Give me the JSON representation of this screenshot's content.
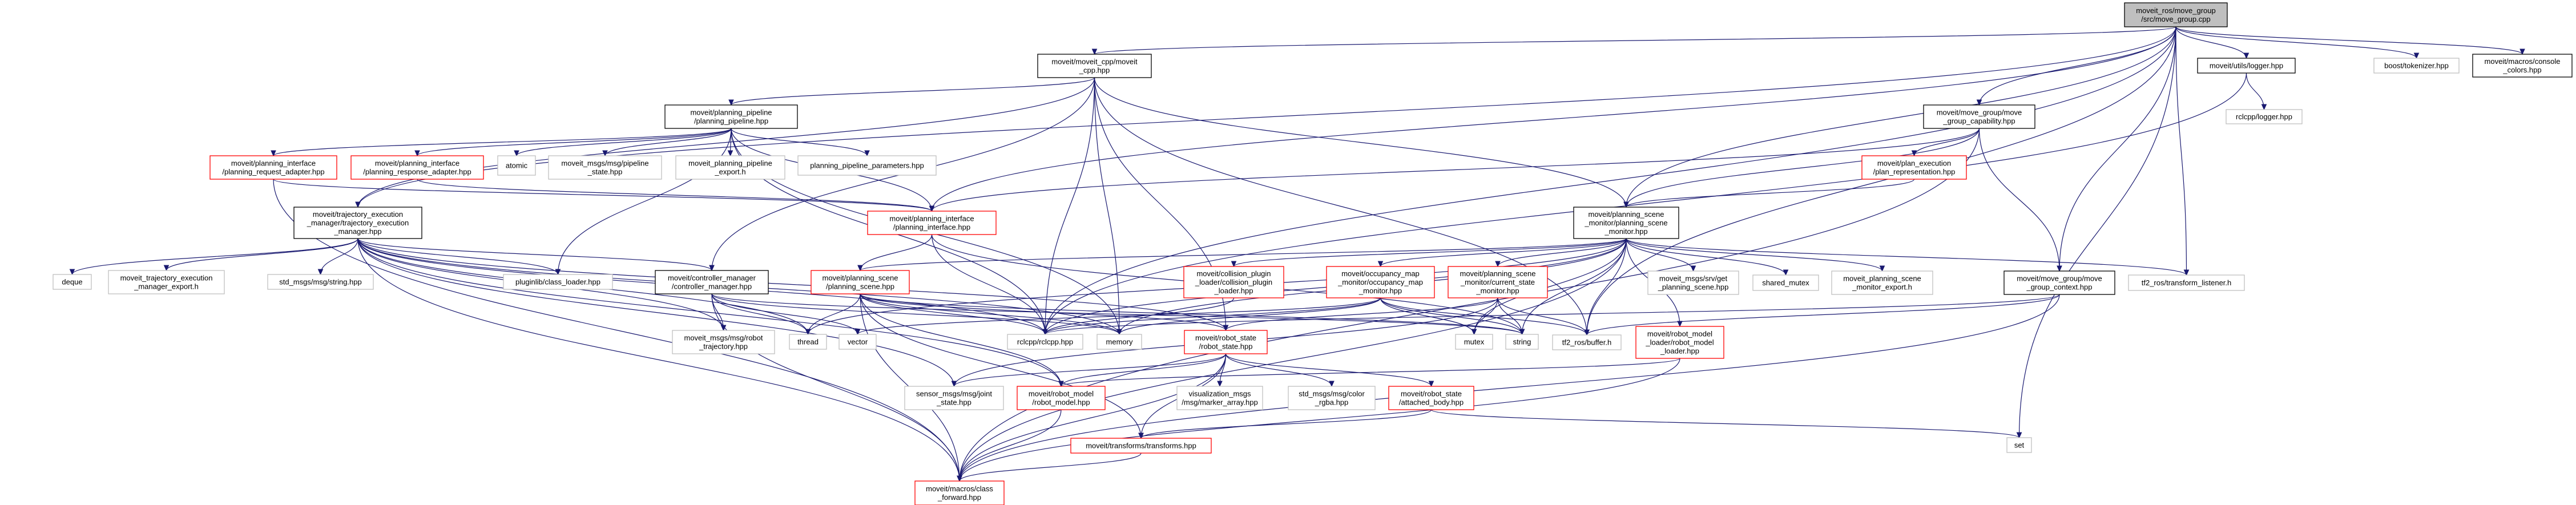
{
  "colors": {
    "edge": "#191970",
    "root_fill": "#bfbfbf",
    "documented_border": "#000000",
    "external_border": "#bfbfbf",
    "truncated_border": "#ff0000"
  },
  "nodes": [
    {
      "id": "main",
      "kind": "root",
      "lines": [
        "moveit_ros/move_group",
        "/src/move_group.cpp"
      ]
    },
    {
      "id": "moveit_cpp",
      "kind": "documented",
      "lines": [
        "moveit/moveit_cpp/moveit",
        "_cpp.hpp"
      ]
    },
    {
      "id": "utils_logger",
      "kind": "documented",
      "lines": [
        "moveit/utils/logger.hpp"
      ]
    },
    {
      "id": "boost_tokenizer",
      "kind": "external",
      "lines": [
        "boost/tokenizer.hpp"
      ]
    },
    {
      "id": "console_colors",
      "kind": "documented",
      "lines": [
        "moveit/macros/console",
        "_colors.hpp"
      ]
    },
    {
      "id": "planning_pipeline",
      "kind": "documented",
      "lines": [
        "moveit/planning_pipeline",
        "/planning_pipeline.hpp"
      ]
    },
    {
      "id": "move_group_capability",
      "kind": "documented",
      "lines": [
        "moveit/move_group/move",
        "_group_capability.hpp"
      ]
    },
    {
      "id": "rclcpp_logger",
      "kind": "external",
      "lines": [
        "rclcpp/logger.hpp"
      ]
    },
    {
      "id": "request_adapter",
      "kind": "truncated",
      "lines": [
        "moveit/planning_interface",
        "/planning_request_adapter.hpp"
      ]
    },
    {
      "id": "response_adapter",
      "kind": "truncated",
      "lines": [
        "moveit/planning_interface",
        "/planning_response_adapter.hpp"
      ]
    },
    {
      "id": "atomic",
      "kind": "external",
      "lines": [
        "atomic"
      ]
    },
    {
      "id": "pipeline_state",
      "kind": "external",
      "lines": [
        "moveit_msgs/msg/pipeline",
        "_state.hpp"
      ]
    },
    {
      "id": "pipeline_export",
      "kind": "external",
      "lines": [
        "moveit_planning_pipeline",
        "_export.h"
      ]
    },
    {
      "id": "pipeline_parameters",
      "kind": "external",
      "lines": [
        "planning_pipeline_parameters.hpp"
      ]
    },
    {
      "id": "plan_representation",
      "kind": "truncated",
      "lines": [
        "moveit/plan_execution",
        "/plan_representation.hpp"
      ]
    },
    {
      "id": "tem",
      "kind": "documented",
      "lines": [
        "moveit/trajectory_execution",
        "_manager/trajectory_execution",
        "_manager.hpp"
      ]
    },
    {
      "id": "planning_interface",
      "kind": "truncated",
      "lines": [
        "moveit/planning_interface",
        "/planning_interface.hpp"
      ]
    },
    {
      "id": "psm",
      "kind": "documented",
      "lines": [
        "moveit/planning_scene",
        "_monitor/planning_scene",
        "_monitor.hpp"
      ]
    },
    {
      "id": "deque",
      "kind": "external",
      "lines": [
        "deque"
      ]
    },
    {
      "id": "tem_export",
      "kind": "external",
      "lines": [
        "moveit_trajectory_execution",
        "_manager_export.h"
      ]
    },
    {
      "id": "std_string",
      "kind": "external",
      "lines": [
        "std_msgs/msg/string.hpp"
      ]
    },
    {
      "id": "pluginlib",
      "kind": "external",
      "lines": [
        "pluginlib/class_loader.hpp"
      ]
    },
    {
      "id": "controller_manager",
      "kind": "documented",
      "lines": [
        "moveit/controller_manager",
        "/controller_manager.hpp"
      ]
    },
    {
      "id": "planning_scene",
      "kind": "truncated",
      "lines": [
        "moveit/planning_scene",
        "/planning_scene.hpp"
      ]
    },
    {
      "id": "collision_plugin",
      "kind": "truncated",
      "lines": [
        "moveit/collision_plugin",
        "_loader/collision_plugin",
        "_loader.hpp"
      ]
    },
    {
      "id": "occupancy",
      "kind": "truncated",
      "lines": [
        "moveit/occupancy_map",
        "_monitor/occupancy_map",
        "_monitor.hpp"
      ]
    },
    {
      "id": "current_state",
      "kind": "truncated",
      "lines": [
        "moveit/planning_scene",
        "_monitor/current_state",
        "_monitor.hpp"
      ]
    },
    {
      "id": "get_planning_scene",
      "kind": "external",
      "lines": [
        "moveit_msgs/srv/get",
        "_planning_scene.hpp"
      ]
    },
    {
      "id": "shared_mutex",
      "kind": "external",
      "lines": [
        "shared_mutex"
      ]
    },
    {
      "id": "psm_export",
      "kind": "external",
      "lines": [
        "moveit_planning_scene",
        "_monitor_export.h"
      ]
    },
    {
      "id": "move_group_context",
      "kind": "documented",
      "lines": [
        "moveit/move_group/move",
        "_group_context.hpp"
      ]
    },
    {
      "id": "tf2_listener",
      "kind": "external",
      "lines": [
        "tf2_ros/transform_listener.h"
      ]
    },
    {
      "id": "robot_trajectory",
      "kind": "external",
      "lines": [
        "moveit_msgs/msg/robot",
        "_trajectory.hpp"
      ]
    },
    {
      "id": "thread",
      "kind": "external",
      "lines": [
        "thread"
      ]
    },
    {
      "id": "vector",
      "kind": "external",
      "lines": [
        "vector"
      ]
    },
    {
      "id": "rclcpp",
      "kind": "external",
      "lines": [
        "rclcpp/rclcpp.hpp"
      ]
    },
    {
      "id": "memory",
      "kind": "external",
      "lines": [
        "memory"
      ]
    },
    {
      "id": "robot_state",
      "kind": "truncated",
      "lines": [
        "moveit/robot_state",
        "/robot_state.hpp"
      ]
    },
    {
      "id": "mutex",
      "kind": "external",
      "lines": [
        "mutex"
      ]
    },
    {
      "id": "string",
      "kind": "external",
      "lines": [
        "string"
      ]
    },
    {
      "id": "tf2_buffer",
      "kind": "external",
      "lines": [
        "tf2_ros/buffer.h"
      ]
    },
    {
      "id": "robot_model_loader",
      "kind": "truncated",
      "lines": [
        "moveit/robot_model",
        "_loader/robot_model",
        "_loader.hpp"
      ]
    },
    {
      "id": "joint_state",
      "kind": "external",
      "lines": [
        "sensor_msgs/msg/joint",
        "_state.hpp"
      ]
    },
    {
      "id": "robot_model",
      "kind": "truncated",
      "lines": [
        "moveit/robot_model",
        "/robot_model.hpp"
      ]
    },
    {
      "id": "marker_array",
      "kind": "external",
      "lines": [
        "visualization_msgs",
        "/msg/marker_array.hpp"
      ]
    },
    {
      "id": "color_rgba",
      "kind": "external",
      "lines": [
        "std_msgs/msg/color",
        "_rgba.hpp"
      ]
    },
    {
      "id": "attached_body",
      "kind": "truncated",
      "lines": [
        "moveit/robot_state",
        "/attached_body.hpp"
      ]
    },
    {
      "id": "set",
      "kind": "external",
      "lines": [
        "set"
      ]
    },
    {
      "id": "transforms",
      "kind": "truncated",
      "lines": [
        "moveit/transforms/transforms.hpp"
      ]
    },
    {
      "id": "class_forward",
      "kind": "truncated",
      "lines": [
        "moveit/macros/class",
        "_forward.hpp"
      ]
    }
  ],
  "edges": [
    [
      "main",
      "moveit_cpp"
    ],
    [
      "main",
      "tem"
    ],
    [
      "main",
      "psm"
    ],
    [
      "main",
      "move_group_capability"
    ],
    [
      "main",
      "utils_logger"
    ],
    [
      "main",
      "boost_tokenizer"
    ],
    [
      "main",
      "console_colors"
    ],
    [
      "main",
      "move_group_context"
    ],
    [
      "main",
      "tf2_listener"
    ],
    [
      "main",
      "set"
    ],
    [
      "main",
      "rclcpp"
    ],
    [
      "main",
      "planning_interface"
    ],
    [
      "main",
      "tf2_buffer"
    ],
    [
      "moveit_cpp",
      "planning_pipeline"
    ],
    [
      "moveit_cpp",
      "controller_manager"
    ],
    [
      "moveit_cpp",
      "psm"
    ],
    [
      "moveit_cpp",
      "robot_state"
    ],
    [
      "moveit_cpp",
      "rclcpp"
    ],
    [
      "moveit_cpp",
      "tf2_buffer"
    ],
    [
      "moveit_cpp",
      "tem"
    ],
    [
      "moveit_cpp",
      "memory"
    ],
    [
      "planning_pipeline",
      "request_adapter"
    ],
    [
      "planning_pipeline",
      "response_adapter"
    ],
    [
      "planning_pipeline",
      "atomic"
    ],
    [
      "planning_pipeline",
      "pipeline_state"
    ],
    [
      "planning_pipeline",
      "pipeline_export"
    ],
    [
      "planning_pipeline",
      "pipeline_parameters"
    ],
    [
      "planning_pipeline",
      "planning_interface"
    ],
    [
      "planning_pipeline",
      "pluginlib"
    ],
    [
      "planning_pipeline",
      "rclcpp"
    ],
    [
      "planning_pipeline",
      "memory"
    ],
    [
      "request_adapter",
      "class_forward"
    ],
    [
      "request_adapter",
      "planning_interface"
    ],
    [
      "response_adapter",
      "planning_interface"
    ],
    [
      "planning_interface",
      "planning_scene"
    ],
    [
      "planning_interface",
      "rclcpp"
    ],
    [
      "planning_interface",
      "string"
    ],
    [
      "tem",
      "tem_export"
    ],
    [
      "tem",
      "deque"
    ],
    [
      "tem",
      "std_string"
    ],
    [
      "tem",
      "pluginlib"
    ],
    [
      "tem",
      "controller_manager"
    ],
    [
      "tem",
      "robot_trajectory"
    ],
    [
      "tem",
      "thread"
    ],
    [
      "tem",
      "rclcpp"
    ],
    [
      "tem",
      "memory"
    ],
    [
      "tem",
      "class_forward"
    ],
    [
      "tem",
      "robot_model"
    ],
    [
      "tem",
      "joint_state"
    ],
    [
      "tem",
      "robot_state"
    ],
    [
      "controller_manager",
      "robot_trajectory"
    ],
    [
      "controller_manager",
      "thread"
    ],
    [
      "controller_manager",
      "vector"
    ],
    [
      "controller_manager",
      "class_forward"
    ],
    [
      "controller_manager",
      "string"
    ],
    [
      "controller_manager",
      "memory"
    ],
    [
      "planning_scene",
      "rclcpp"
    ],
    [
      "planning_scene",
      "robot_state"
    ],
    [
      "planning_scene",
      "robot_model"
    ],
    [
      "planning_scene",
      "class_forward"
    ],
    [
      "planning_scene",
      "transforms"
    ],
    [
      "planning_scene",
      "thread"
    ],
    [
      "planning_scene",
      "string"
    ],
    [
      "planning_scene",
      "memory"
    ],
    [
      "psm",
      "planning_scene"
    ],
    [
      "psm",
      "collision_plugin"
    ],
    [
      "psm",
      "occupancy"
    ],
    [
      "psm",
      "current_state"
    ],
    [
      "psm",
      "get_planning_scene"
    ],
    [
      "psm",
      "shared_mutex"
    ],
    [
      "psm",
      "psm_export"
    ],
    [
      "psm",
      "tf2_listener"
    ],
    [
      "psm",
      "tf2_buffer"
    ],
    [
      "psm",
      "robot_model_loader"
    ],
    [
      "psm",
      "rclcpp"
    ],
    [
      "psm",
      "thread"
    ],
    [
      "psm",
      "memory"
    ],
    [
      "psm",
      "mutex"
    ],
    [
      "psm",
      "string"
    ],
    [
      "psm",
      "class_forward"
    ],
    [
      "collision_plugin",
      "rclcpp"
    ],
    [
      "occupancy",
      "rclcpp"
    ],
    [
      "occupancy",
      "mutex"
    ],
    [
      "occupancy",
      "string"
    ],
    [
      "occupancy",
      "vector"
    ],
    [
      "occupancy",
      "tf2_buffer"
    ],
    [
      "occupancy",
      "memory"
    ],
    [
      "current_state",
      "robot_state"
    ],
    [
      "current_state",
      "mutex"
    ],
    [
      "current_state",
      "string"
    ],
    [
      "current_state",
      "tf2_buffer"
    ],
    [
      "current_state",
      "joint_state"
    ],
    [
      "robot_state",
      "joint_state"
    ],
    [
      "robot_state",
      "robot_model"
    ],
    [
      "robot_state",
      "marker_array"
    ],
    [
      "robot_state",
      "color_rgba"
    ],
    [
      "robot_state",
      "attached_body"
    ],
    [
      "robot_state",
      "transforms"
    ],
    [
      "robot_state",
      "class_forward"
    ],
    [
      "robot_model",
      "class_forward"
    ],
    [
      "attached_body",
      "transforms"
    ],
    [
      "attached_body",
      "set"
    ],
    [
      "transforms",
      "class_forward"
    ],
    [
      "robot_model_loader",
      "robot_model"
    ],
    [
      "robot_model_loader",
      "class_forward"
    ],
    [
      "move_group_capability",
      "plan_representation"
    ],
    [
      "move_group_capability",
      "psm"
    ],
    [
      "move_group_capability",
      "planning_interface"
    ],
    [
      "move_group_capability",
      "move_group_context"
    ],
    [
      "move_group_capability",
      "class_forward"
    ],
    [
      "plan_representation",
      "psm"
    ],
    [
      "move_group_context",
      "class_forward"
    ],
    [
      "move_group_context",
      "rclcpp"
    ],
    [
      "move_group_context",
      "tf2_buffer"
    ],
    [
      "utils_logger",
      "rclcpp_logger"
    ],
    [
      "utils_logger",
      "rclcpp"
    ]
  ]
}
